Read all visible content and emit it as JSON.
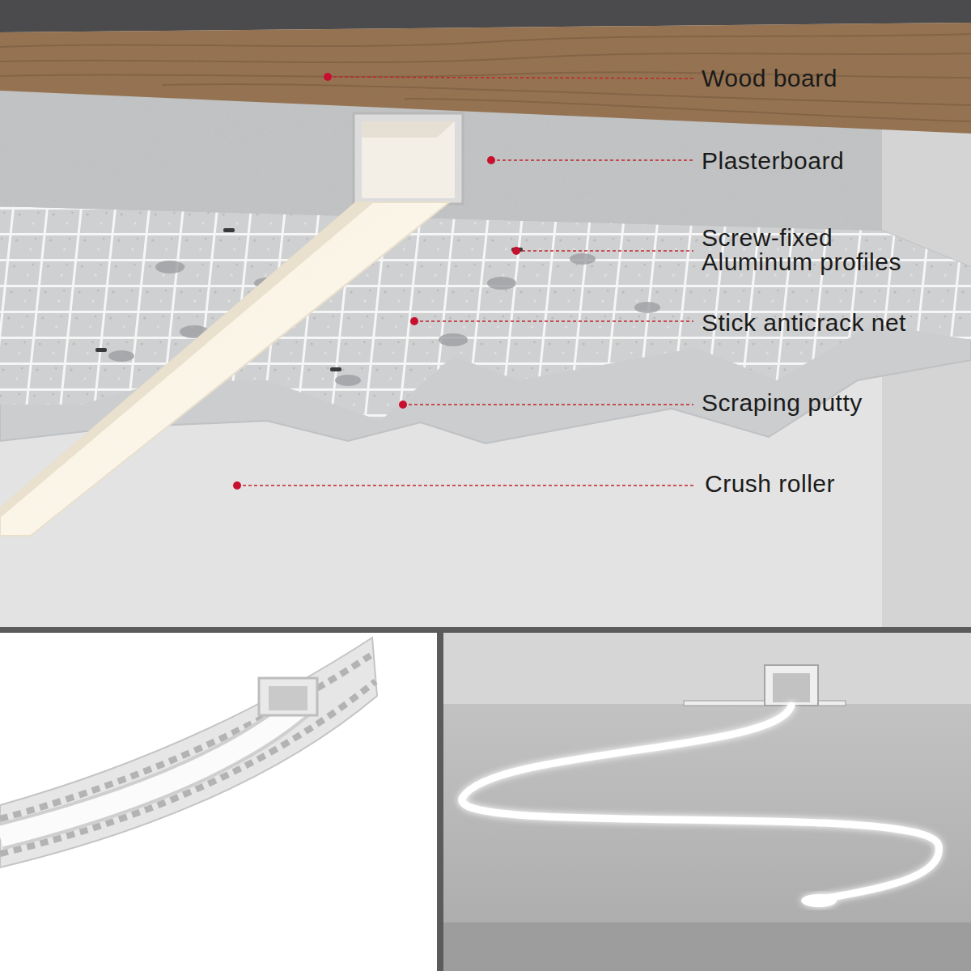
{
  "diagram": {
    "labels": [
      "Wood board",
      "Plasterboard",
      "Screw-fixed Aluminum profiles",
      "Stick anticrack net",
      "Scraping putty",
      "Crush roller"
    ]
  }
}
